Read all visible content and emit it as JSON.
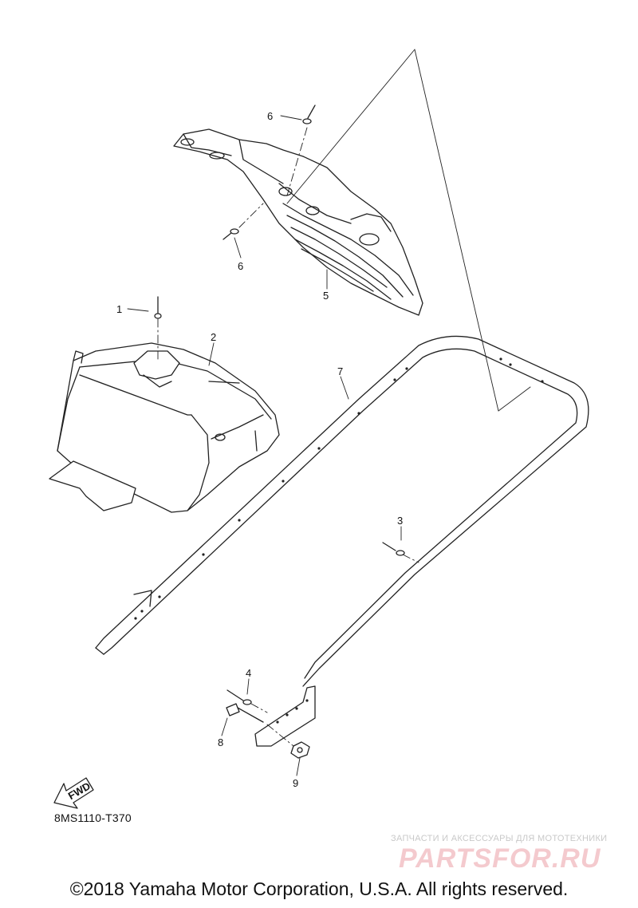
{
  "diagram": {
    "callouts": {
      "p1": "1",
      "p2": "2",
      "p3": "3",
      "p4": "4",
      "p5": "5",
      "p6a": "6",
      "p6b": "6",
      "p7": "7",
      "p8": "8",
      "p9": "9"
    },
    "fwd_label": "FWD",
    "reference_code": "8MS1110-T370"
  },
  "watermark": {
    "tagline": "ЗАПЧАСТИ И АКСЕССУАРЫ ДЛЯ МОТОТЕХНИКИ",
    "brand": "PARTSFOR.RU",
    "brand_color": "#e06a74"
  },
  "copyright": "©2018 Yamaha Motor Corporation, U.S.A. All rights reserved."
}
